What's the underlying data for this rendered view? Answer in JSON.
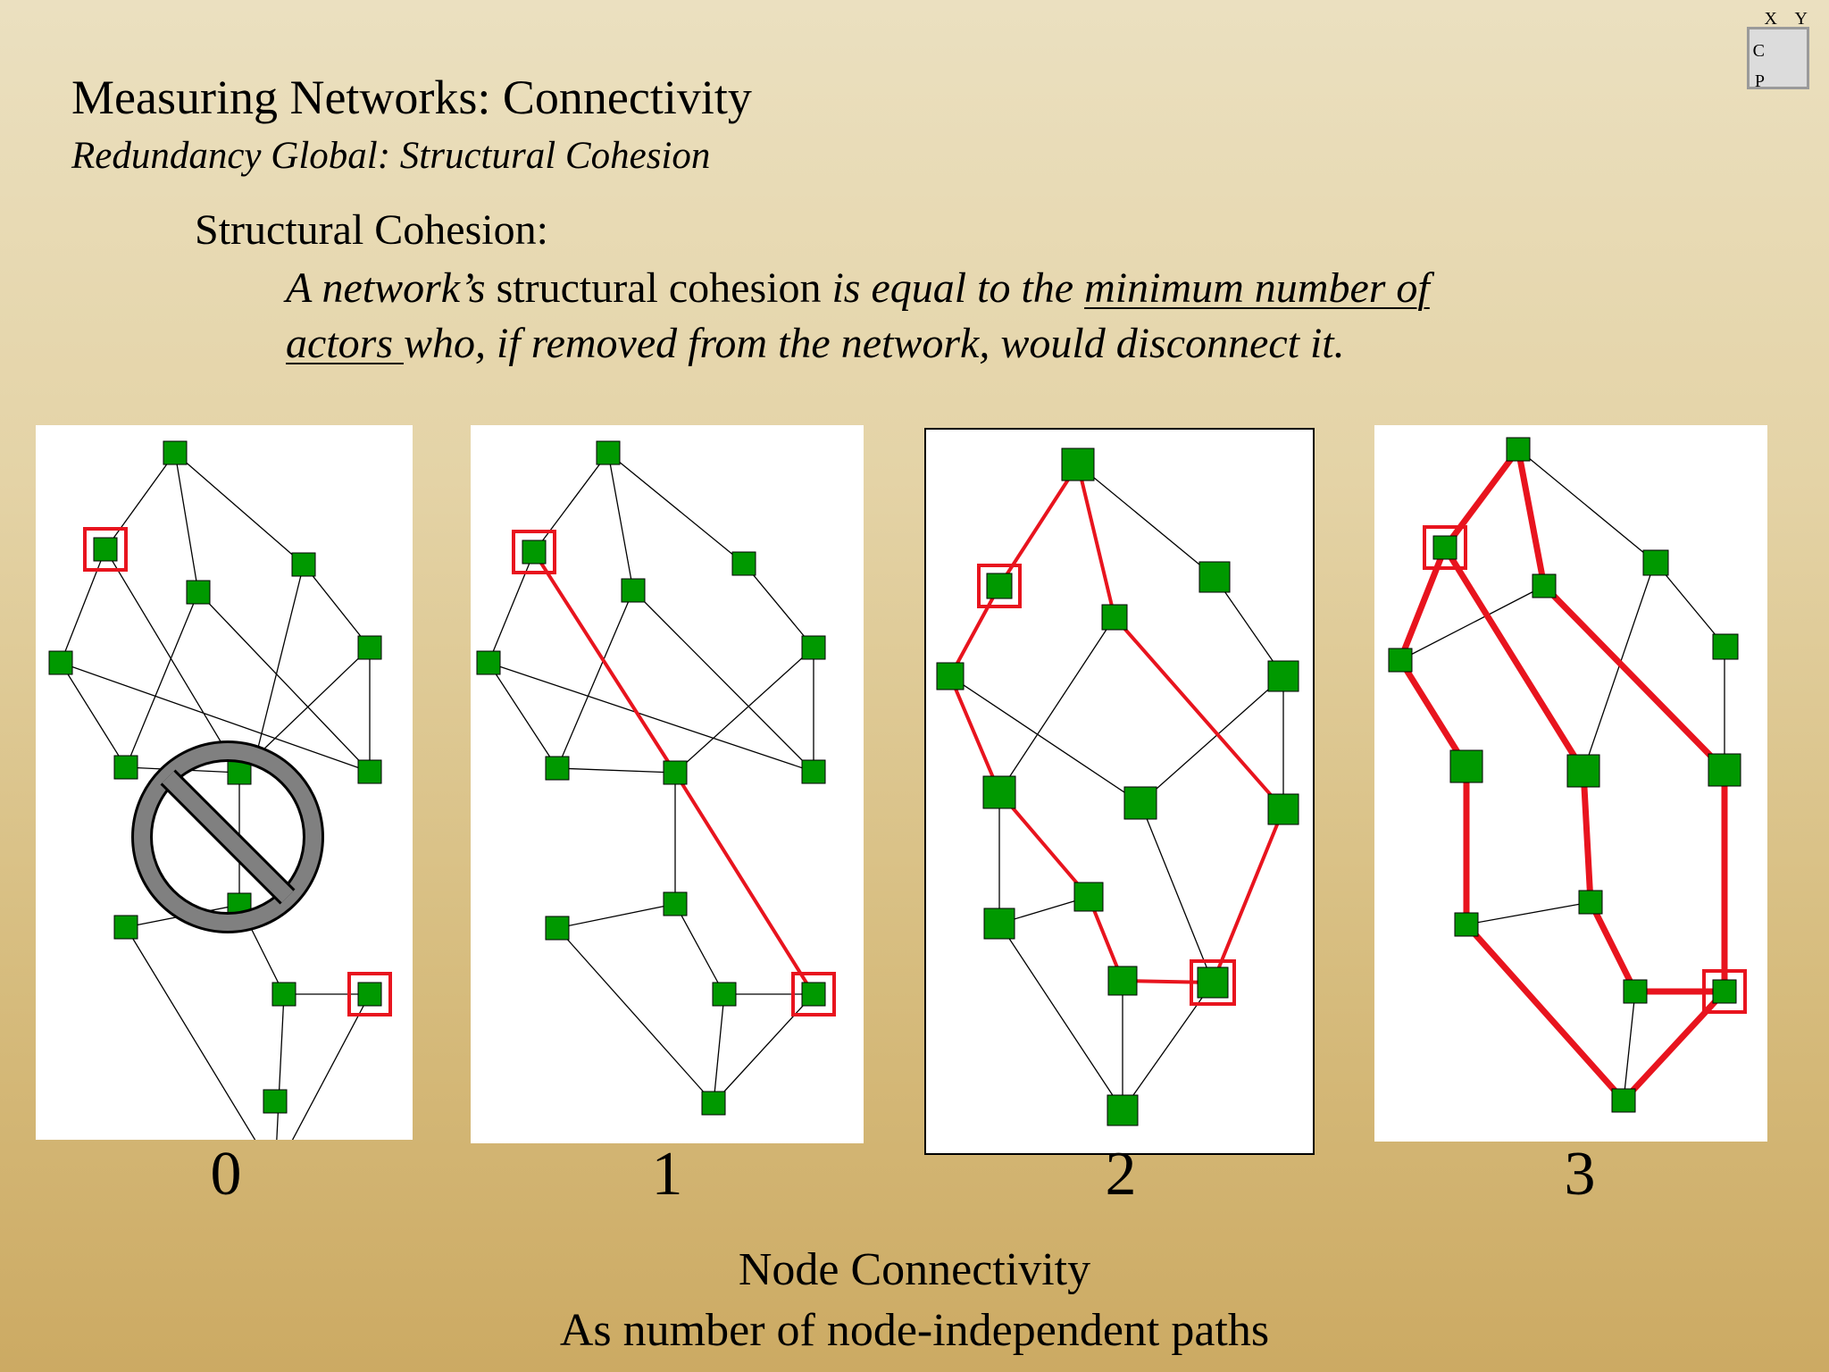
{
  "title": "Measuring Networks: Connectivity",
  "subtitle": "Redundancy Global: Structural Cohesion",
  "heading": "Structural Cohesion:",
  "definition": {
    "part1": "A network’s ",
    "part2": "structural cohesion",
    "part3": " is equal to the ",
    "part4": "minimum number of",
    "part5": "actors ",
    "part6": "who, if removed from the network, would disconnect it."
  },
  "panels": [
    {
      "label": "0"
    },
    {
      "label": "1"
    },
    {
      "label": "2"
    },
    {
      "label": "3"
    }
  ],
  "caption": {
    "line1": "Node Connectivity",
    "line2": "As number of node-independent paths"
  },
  "corner": {
    "x": "X",
    "y": "Y",
    "c": "C",
    "p": "P"
  },
  "colors": {
    "node_fill": "#009900",
    "highlight": "#e8141e",
    "no_symbol": "#808080"
  },
  "icons": {
    "no_symbol": "prohibition-icon"
  }
}
